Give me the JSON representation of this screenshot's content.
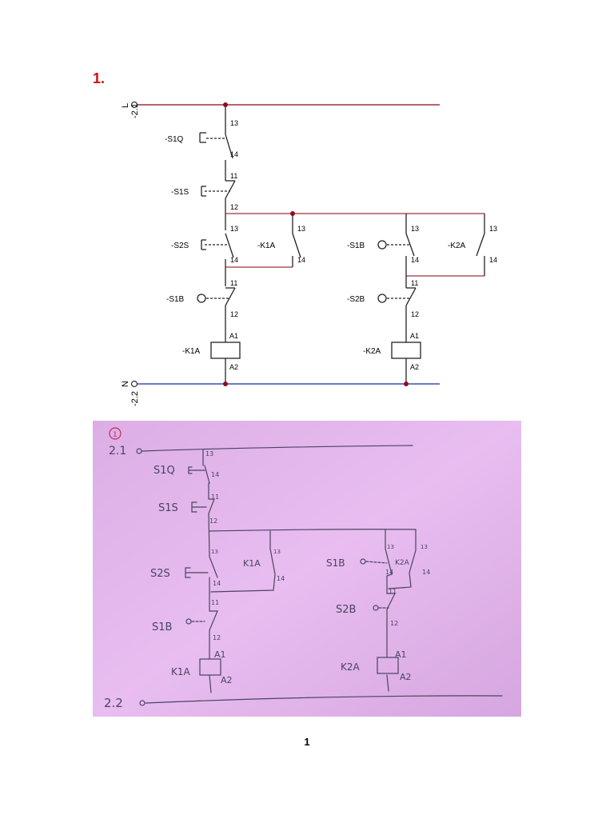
{
  "section": {
    "number": "1."
  },
  "page_number": "1",
  "colors": {
    "phase": "#a0303a",
    "neutral": "#3a4fb0",
    "wire": "#222222",
    "junction": "#8a1020",
    "section_number": "#d01010",
    "photo_paper": "#e4b6ec",
    "pencil": "#4a4460"
  },
  "schematic": {
    "rail_top": "-2.1",
    "rail_top_terminal": "L",
    "rail_bottom": "-2.2",
    "rail_bottom_terminal": "N",
    "left": {
      "s1q": {
        "label": "-S1Q",
        "t_in": "13",
        "t_out": "14"
      },
      "s1s": {
        "label": "-S1S",
        "t_in": "11",
        "t_out": "12"
      },
      "s2s": {
        "label": "-S2S",
        "t_in": "13",
        "t_out": "14"
      },
      "k1a_contact": {
        "label": "-K1A",
        "t_in": "13",
        "t_out": "14"
      },
      "s1b": {
        "label": "-S1B",
        "t_in": "11",
        "t_out": "12"
      },
      "coil": {
        "label": "-K1A",
        "a1": "A1",
        "a2": "A2"
      }
    },
    "right": {
      "s1b": {
        "label": "-S1B",
        "t_in": "13",
        "t_out": "14"
      },
      "k2a_contact": {
        "label": "-K2A",
        "t_in": "13",
        "t_out": "14"
      },
      "s2b": {
        "label": "-S2B",
        "t_in": "11",
        "t_out": "12"
      },
      "coil": {
        "label": "-K2A",
        "a1": "A1",
        "a2": "A2"
      }
    }
  },
  "sketch": {
    "circle_label": "1",
    "rail_top": "2.1",
    "rail_bottom": "2.2",
    "s1q": "S1Q",
    "s1s": "S1S",
    "s2s": "S2S",
    "k1a": "K1A",
    "s1b_left": "S1B",
    "k1a_coil": "K1A",
    "s1b_right": "S1B",
    "k2a": "K2A",
    "s2b": "S2B",
    "k2a_coil": "K2A",
    "t13": "13",
    "t14": "14",
    "t11": "11",
    "t12": "12",
    "a1": "A1",
    "a2": "A2"
  }
}
